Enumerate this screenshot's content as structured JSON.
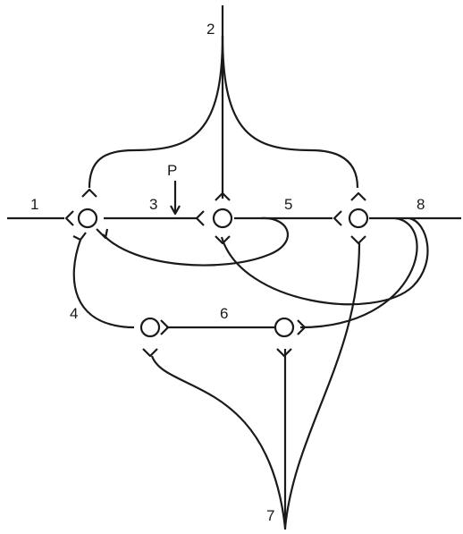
{
  "diagram": {
    "labels": {
      "l1": "1",
      "l2": "2",
      "l3": "3",
      "l4": "4",
      "l5": "5",
      "l6": "6",
      "l7": "7",
      "l8": "8",
      "p": "P"
    },
    "colors": {
      "stroke": "#1a1a1a",
      "background": "#ffffff"
    }
  }
}
